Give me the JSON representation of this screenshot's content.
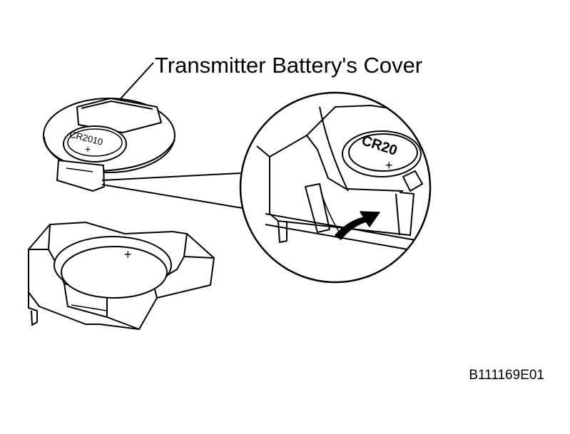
{
  "callout": {
    "text": "Transmitter Battery's Cover"
  },
  "battery": {
    "cover_marking": "CR2010",
    "cover_plus": "+",
    "tray_plus": "+",
    "zoom_marking": "CR20",
    "zoom_plus": "+"
  },
  "figure_code": "B111169E01"
}
